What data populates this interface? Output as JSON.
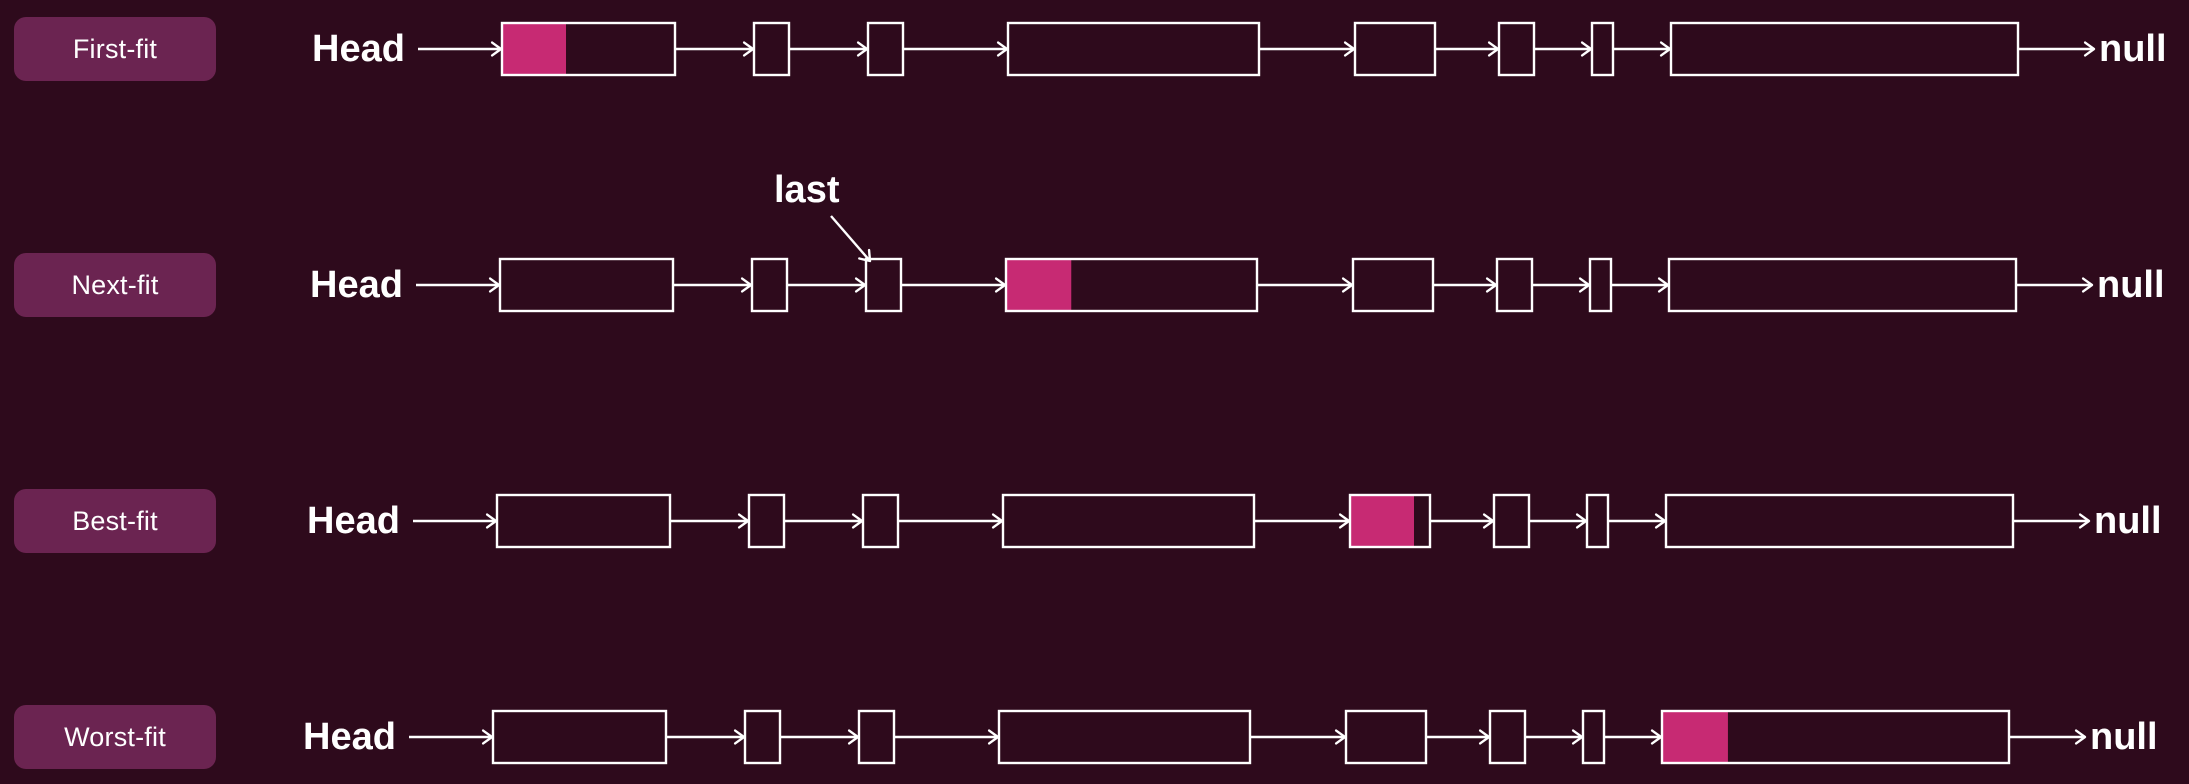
{
  "colors": {
    "background": "#2e0a1c",
    "badge": "#6b2451",
    "allocated": "#c72a73",
    "stroke": "#ffffff"
  },
  "rows": [
    {
      "label": "First-fit",
      "head": "Head",
      "tail": "null",
      "allocated_block": 0,
      "allocated_fraction": 0.37
    },
    {
      "label": "Next-fit",
      "head": "Head",
      "tail": "null",
      "allocated_block": 3,
      "allocated_fraction": 0.26,
      "pointer_label": "last",
      "pointer_block": 2
    },
    {
      "label": "Best-fit",
      "head": "Head",
      "tail": "null",
      "allocated_block": 4,
      "allocated_fraction": 0.8
    },
    {
      "label": "Worst-fit",
      "head": "Head",
      "tail": "null",
      "allocated_block": 7,
      "allocated_fraction": 0.19
    }
  ]
}
